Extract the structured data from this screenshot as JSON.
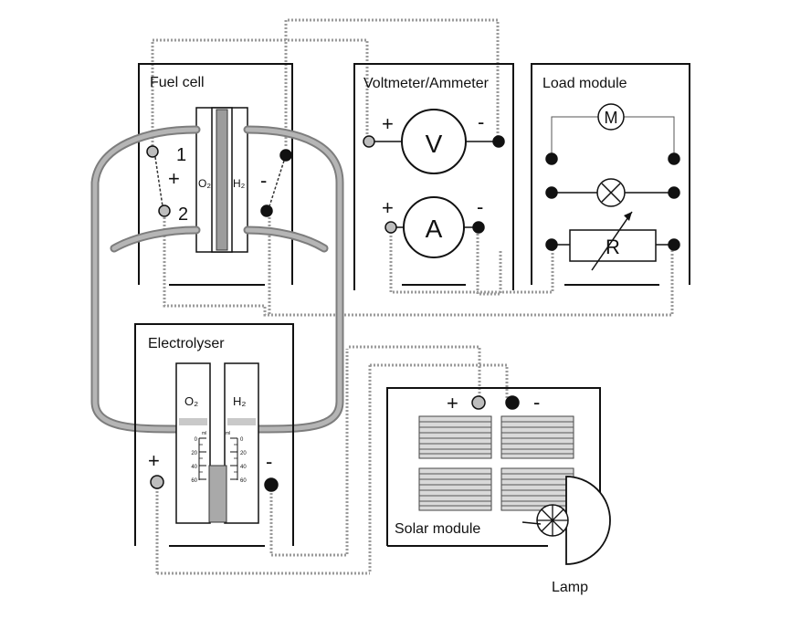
{
  "fuel_cell": {
    "title": "Fuel cell",
    "label_1": "1",
    "label_2": "2",
    "plus": "+",
    "minus": "-",
    "o2": "O₂",
    "h2": "H₂"
  },
  "meter": {
    "title": "Voltmeter/Ammeter",
    "volt_symbol": "V",
    "amp_symbol": "A",
    "plus_v": "+",
    "minus_v": "-",
    "plus_a": "+",
    "minus_a": "-"
  },
  "load": {
    "title": "Load module",
    "motor_symbol": "M",
    "resistor_symbol": "R"
  },
  "electrolyser": {
    "title": "Electrolyser",
    "o2": "O₂",
    "h2": "H₂",
    "plus": "+",
    "minus": "-",
    "scale_ticks": [
      "0",
      "20",
      "40",
      "60"
    ],
    "unit": "ml"
  },
  "solar": {
    "title": "Solar module",
    "plus": "+",
    "minus": "-"
  },
  "lamp": {
    "label": "Lamp"
  }
}
